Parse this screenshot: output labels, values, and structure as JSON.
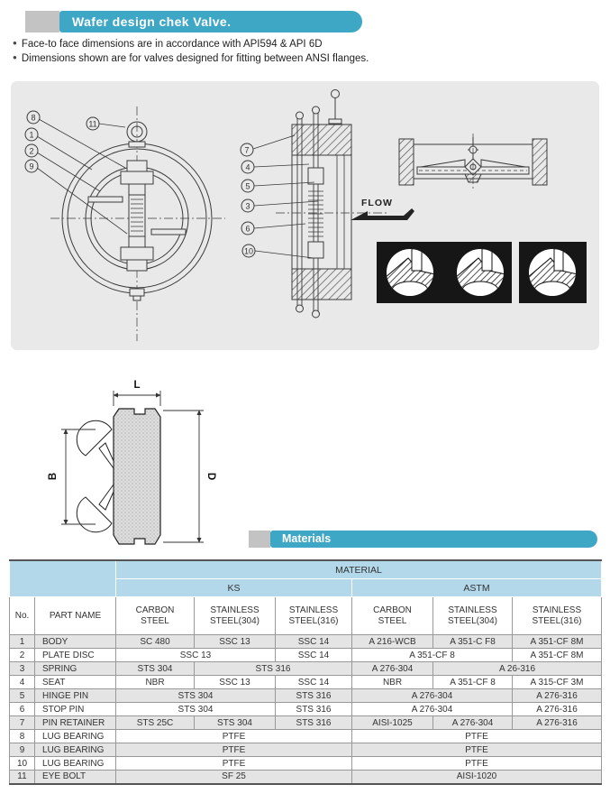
{
  "page": {
    "title": "Wafer design chek Valve.",
    "bullet_char": "●",
    "bullets": [
      "Face-to face dimensions are in accordance with API594 & API 6D",
      "Dimensions shown are for valves designed for fitting between ANSI flanges."
    ]
  },
  "drawing": {
    "flow_label": "FLOW",
    "callouts": {
      "front": [
        "8",
        "1",
        "2",
        "9"
      ],
      "eye_bolt": "11",
      "section": [
        "7",
        "4",
        "5",
        "3",
        "6",
        "10"
      ]
    },
    "dimension_labels": {
      "l": "L",
      "b": "B",
      "d": "D"
    }
  },
  "materials": {
    "section_title": "Materials",
    "table": {
      "material_header": "MATERIAL",
      "group_headers": [
        "KS",
        "ASTM"
      ],
      "col_no": "No.",
      "col_part_name": "PART NAME",
      "sub_headers": [
        "CARBON\nSTEEL",
        "STAINLESS\nSTEEL(304)",
        "STAINLESS\nSTEEL(316)",
        "CARBON\nSTEEL",
        "STAINLESS\nSTEEL(304)",
        "STAINLESS\nSTEEL(316)"
      ],
      "rows": [
        {
          "no": "1",
          "name": "BODY",
          "cells": [
            {
              "t": "SC 480",
              "s": 1
            },
            {
              "t": "SSC 13",
              "s": 1
            },
            {
              "t": "SSC 14",
              "s": 1
            },
            {
              "t": "A 216-WCB",
              "s": 1
            },
            {
              "t": "A 351-C F8",
              "s": 1
            },
            {
              "t": "A 351-CF 8M",
              "s": 1
            }
          ]
        },
        {
          "no": "2",
          "name": "PLATE DISC",
          "cells": [
            {
              "t": "SSC 13",
              "s": 2
            },
            {
              "t": "SSC 14",
              "s": 1
            },
            {
              "t": "A 351-CF 8",
              "s": 2
            },
            {
              "t": "A 351-CF 8M",
              "s": 1
            }
          ]
        },
        {
          "no": "3",
          "name": "SPRING",
          "cells": [
            {
              "t": "STS 304",
              "s": 1
            },
            {
              "t": "STS 316",
              "s": 2
            },
            {
              "t": "A 276-304",
              "s": 1
            },
            {
              "t": "A 26-316",
              "s": 2
            }
          ]
        },
        {
          "no": "4",
          "name": "SEAT",
          "cells": [
            {
              "t": "NBR",
              "s": 1
            },
            {
              "t": "SSC 13",
              "s": 1
            },
            {
              "t": "SSC 14",
              "s": 1
            },
            {
              "t": "NBR",
              "s": 1
            },
            {
              "t": "A 351-CF 8",
              "s": 1
            },
            {
              "t": "A 315-CF 3M",
              "s": 1
            }
          ]
        },
        {
          "no": "5",
          "name": "HINGE PIN",
          "cells": [
            {
              "t": "STS 304",
              "s": 2
            },
            {
              "t": "STS 316",
              "s": 1
            },
            {
              "t": "A 276-304",
              "s": 2
            },
            {
              "t": "A 276-316",
              "s": 1
            }
          ]
        },
        {
          "no": "6",
          "name": "STOP PIN",
          "cells": [
            {
              "t": "STS 304",
              "s": 2
            },
            {
              "t": "STS 316",
              "s": 1
            },
            {
              "t": "A 276-304",
              "s": 2
            },
            {
              "t": "A 276-316",
              "s": 1
            }
          ]
        },
        {
          "no": "7",
          "name": "PIN RETAINER",
          "cells": [
            {
              "t": "STS 25C",
              "s": 1
            },
            {
              "t": "STS 304",
              "s": 1
            },
            {
              "t": "STS 316",
              "s": 1
            },
            {
              "t": "AISI-1025",
              "s": 1
            },
            {
              "t": "A 276-304",
              "s": 1
            },
            {
              "t": "A 276-316",
              "s": 1
            }
          ]
        },
        {
          "no": "8",
          "name": "LUG BEARING",
          "cells": [
            {
              "t": "PTFE",
              "s": 3
            },
            {
              "t": "PTFE",
              "s": 3
            }
          ]
        },
        {
          "no": "9",
          "name": "LUG BEARING",
          "cells": [
            {
              "t": "PTFE",
              "s": 3
            },
            {
              "t": "PTFE",
              "s": 3
            }
          ]
        },
        {
          "no": "10",
          "name": "LUG BEARING",
          "cells": [
            {
              "t": "PTFE",
              "s": 3
            },
            {
              "t": "PTFE",
              "s": 3
            }
          ]
        },
        {
          "no": "11",
          "name": "EYE BOLT",
          "cells": [
            {
              "t": "SF 25",
              "s": 3
            },
            {
              "t": "AISI-1020",
              "s": 3
            }
          ]
        }
      ]
    }
  },
  "colors": {
    "accent_teal": "#3ea7c6",
    "header_blue": "#b3d8ea",
    "row_gray": "#e4e4e4",
    "panel_gray": "#e9e9e9",
    "square_gray": "#c3c3c3"
  }
}
